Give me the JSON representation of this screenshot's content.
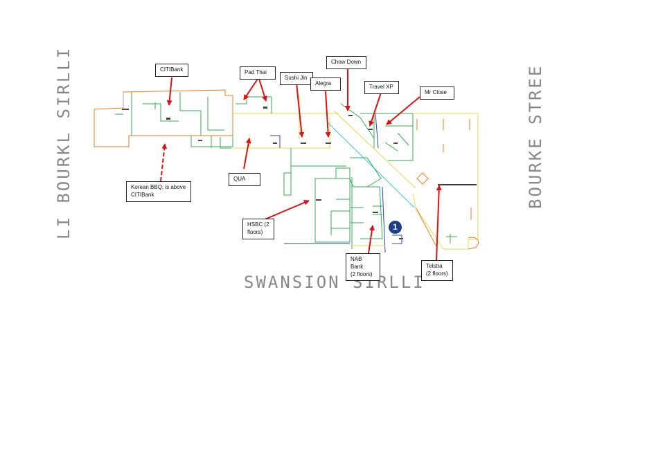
{
  "streets": {
    "left": "LI BOURKL SIRLLI",
    "right": "BOURKE STREE",
    "bottom": "SWANSION SIRLLI"
  },
  "callouts": {
    "citibank": "CITIBank",
    "pad_thai": "Pad Thai",
    "sushi_jin": "Sushi Jin",
    "alegra": "Alegra",
    "chow_down": "Chow Down",
    "travel_xp": "Travel XP",
    "mr_close": "Mr Close",
    "korean_bbq_line1": "Korean BBQ, is above",
    "korean_bbq_line2": "CITIBank",
    "qua": "QUA",
    "hsbc_line1": "HSBC (2",
    "hsbc_line2": "floors)",
    "nab_line1": "NAB Bank",
    "nab_line2": "(2 floors)",
    "telstra_line1": "Telstra",
    "telstra_line2": "(2 floors)"
  },
  "marker": {
    "label": "1",
    "color": "#1c3d8a"
  },
  "colors": {
    "arrow": "#e01010",
    "wall_green": "#2bb24c",
    "wall_orange": "#f07a1a",
    "wall_yellow": "#e8d84a",
    "wall_blue": "#2a3fc8",
    "wall_cyan": "#33c7e0",
    "wall_pink": "#f08aa0"
  }
}
